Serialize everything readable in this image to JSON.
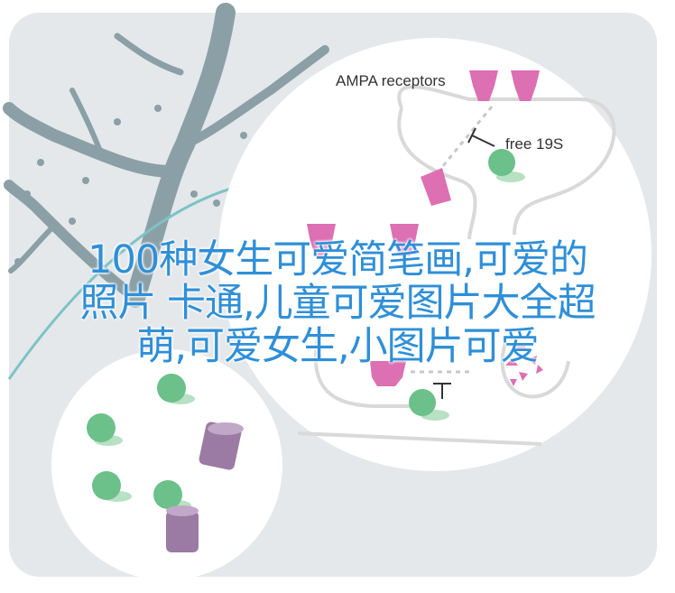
{
  "illustration": {
    "receptor_label": "AMPA receptors",
    "molecule_label": "free 19S",
    "colors": {
      "panel_bg": "#e4e8ea",
      "neuron": "#8aa0a6",
      "circle_fill": "#ffffff",
      "membrane": "#d9d9d9",
      "receptor": "#dd6fb3",
      "proteasome": "#6cc08a",
      "barrel": "#9b7aa3",
      "teal_line": "#7cc3c8"
    }
  },
  "caption": {
    "line1": "100种女生可爱简笔画,可爱的",
    "line2": "照片 卡通,儿童可爱图片大全超",
    "line3": "萌,可爱女生,小图片可爱"
  }
}
